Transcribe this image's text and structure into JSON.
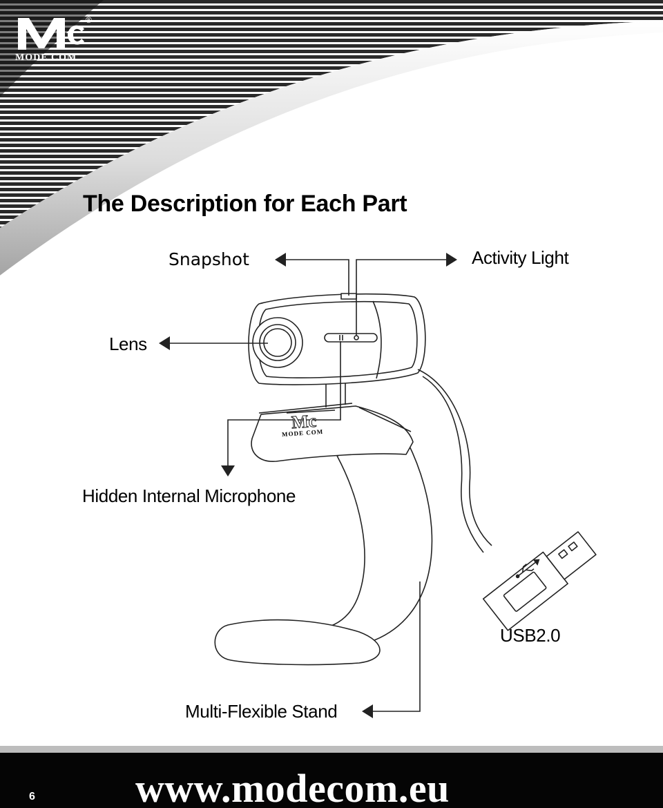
{
  "brand": {
    "logo_letters": "Mc",
    "logo_text": "MODE COM",
    "registered": "®",
    "stand_logo_text": "MODE COM",
    "logo_color": "#ffffff"
  },
  "title": "The Description for Each Part",
  "parts": {
    "snapshot": "Snapshot",
    "activity_light": "Activity Light",
    "lens": "Lens",
    "microphone": "Hidden Internal Microphone",
    "usb": "USB2.0",
    "stand": "Multi-Flexible Stand"
  },
  "footer": {
    "page_number": "6",
    "website": "www.modecom.eu",
    "background": "#050505"
  },
  "icons": [
    "modecom-logo-icon",
    "arrow-left-icon",
    "arrow-right-icon",
    "arrow-down-icon",
    "usb-trident-icon"
  ]
}
